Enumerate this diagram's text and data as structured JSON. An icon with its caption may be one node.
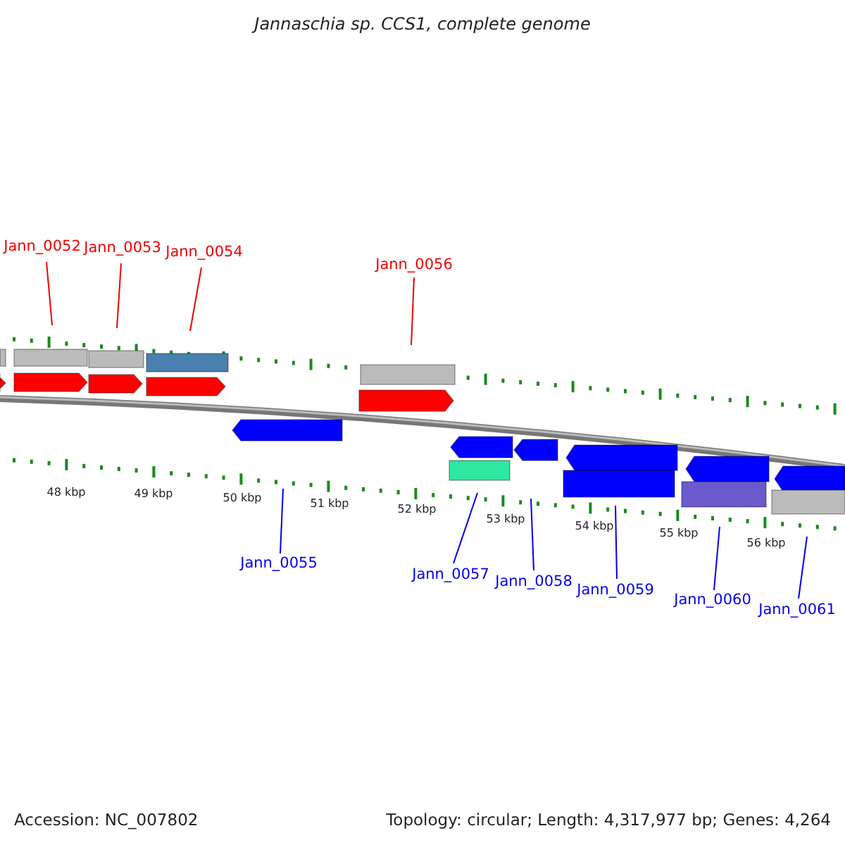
{
  "diagram": {
    "title": "Jannaschia sp. CCS1, complete genome",
    "nodes": [
      {
        "text": [
          "Jann_0052"
        ]
      },
      {
        "text": [
          "Jann_0053"
        ]
      },
      {
        "text": [
          "Jann_0054"
        ]
      },
      {
        "text": [
          "Jann_0056"
        ]
      },
      {
        "text": [
          "Jann_0055"
        ]
      },
      {
        "text": [
          "Jann_0057"
        ]
      },
      {
        "text": [
          "Jann_0058"
        ]
      },
      {
        "text": [
          "Jann_0059"
        ]
      },
      {
        "text": [
          "Jann_0060"
        ]
      },
      {
        "text": [
          "Jann_0061"
        ]
      }
    ],
    "edges": [
      {
        "from": 0,
        "to": null,
        "arrow": "none",
        "color": "#ee0000"
      },
      {
        "from": 1,
        "to": null,
        "arrow": "none",
        "color": "#ee0000"
      },
      {
        "from": 2,
        "to": null,
        "arrow": "none",
        "color": "#ee0000"
      },
      {
        "from": 3,
        "to": null,
        "arrow": "none",
        "color": "#ee0000"
      },
      {
        "from": 4,
        "to": null,
        "arrow": "none"
      },
      {
        "from": 5,
        "to": null,
        "arrow": "none"
      },
      {
        "from": 6,
        "to": null,
        "arrow": "none"
      },
      {
        "from": 7,
        "to": null,
        "arrow": "none"
      },
      {
        "from": 8,
        "to": null,
        "arrow": "none"
      },
      {
        "from": 9,
        "to": null,
        "arrow": "none"
      }
    ],
    "labels": [
      "48 kbp",
      "49 kbp",
      "50 kbp",
      "51 kbp",
      "52 kbp",
      "53 kbp",
      "54 kbp",
      "55 kbp",
      "56 kbp",
      "Accession: NC_007802",
      "Topology: circular; Length: 4,317,977 bp; Genes: 4,264"
    ]
  }
}
